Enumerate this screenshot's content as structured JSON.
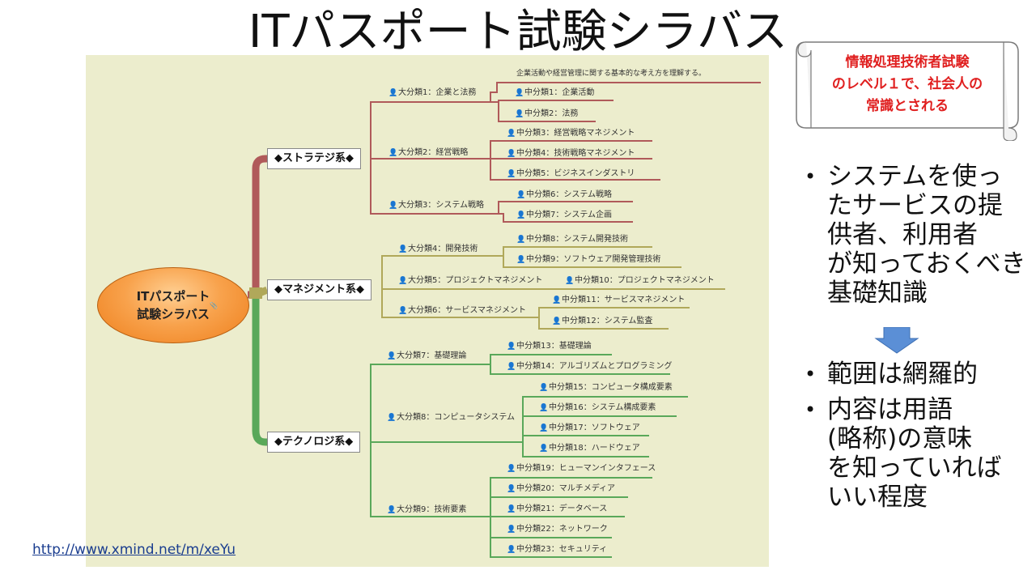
{
  "title": "ITパスポート試験シラバス",
  "url": "http://www.xmind.net/m/xeYu",
  "callout": {
    "line1": "情報処理技術者試験",
    "line2": "のレベル１で、社会人の",
    "line3": "常識とされる"
  },
  "bullets_top": [
    {
      "l1": "システムを使っ",
      "l2": "たサービスの提",
      "l3": "供者、利用者",
      "l4": "が知っておくべき",
      "l5": "基礎知識"
    }
  ],
  "bullets_bottom": {
    "b1": "範囲は網羅的",
    "b2_l1": "内容は用語",
    "b2_l2": "(略称)の意味",
    "b2_l3": "を知っていれば",
    "b2_l4": "いい程度"
  },
  "colors": {
    "strategy": "#b05a5a",
    "management": "#b0a85a",
    "technology": "#5aa85a",
    "accent_red": "#e02020",
    "map_bg": "#ecedcd"
  },
  "mindmap": {
    "root": {
      "line1": "ITパスポート",
      "line2": "試験シラバス"
    },
    "strategy": {
      "label": "◆ストラテジ系◆",
      "note": "企業活動や経営管理に関する基本的な考え方を理解する。",
      "m1": "大分類1：企業と法務",
      "s1": "中分類1：企業活動",
      "s2": "中分類2：法務",
      "m2": "大分類2：経営戦略",
      "s3": "中分類3：経営戦略マネジメント",
      "s4": "中分類4：技術戦略マネジメント",
      "s5": "中分類5：ビジネスインダストリ",
      "m3": "大分類3：システム戦略",
      "s6": "中分類6：システム戦略",
      "s7": "中分類7：システム企画"
    },
    "management": {
      "label": "◆マネジメント系◆",
      "m4": "大分類4：開発技術",
      "s8": "中分類8：システム開発技術",
      "s9": "中分類9：ソフトウェア開発管理技術",
      "m5": "大分類5：プロジェクトマネジメント",
      "s10": "中分類10：プロジェクトマネジメント",
      "m6": "大分類6：サービスマネジメント",
      "s11": "中分類11：サービスマネジメント",
      "s12": "中分類12：システム監査"
    },
    "technology": {
      "label": "◆テクノロジ系◆",
      "m7": "大分類7：基礎理論",
      "s13": "中分類13：基礎理論",
      "s14": "中分類14：アルゴリズムとプログラミング",
      "m8": "大分類8：コンピュータシステム",
      "s15": "中分類15：コンピュータ構成要素",
      "s16": "中分類16：システム構成要素",
      "s17": "中分類17：ソフトウェア",
      "s18": "中分類18：ハードウェア",
      "m9": "大分類9：技術要素",
      "s19": "中分類19：ヒューマンインタフェース",
      "s20": "中分類20：マルチメディア",
      "s21": "中分類21：データベース",
      "s22": "中分類22：ネットワーク",
      "s23": "中分類23：セキュリティ"
    }
  }
}
